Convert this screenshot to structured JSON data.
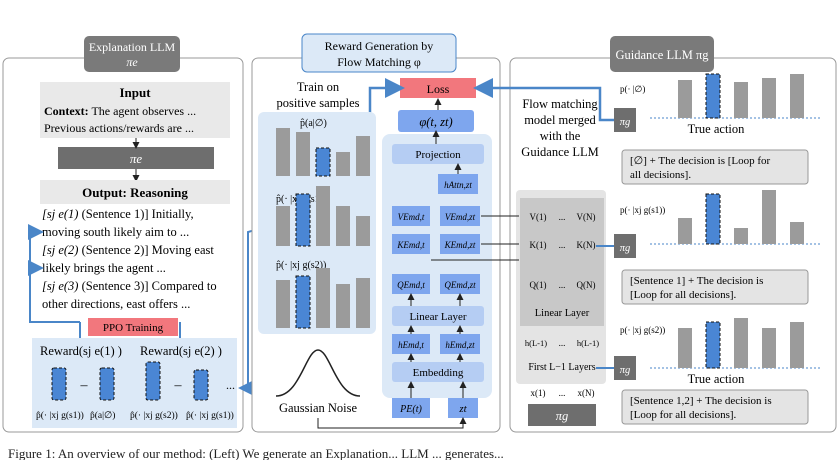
{
  "left": {
    "title_line1": "Explanation LLM",
    "title_line2": "πe",
    "input_heading": "Input",
    "context_label": "Context:",
    "context_text": "The agent observes ...",
    "context_line2": "Previous actions/rewards are ...",
    "policy_label": "πe",
    "output_heading": "Output: Reasoning",
    "sentences": [
      {
        "sym": "[sj e(1)",
        "rest": "(Sentence 1)] Initially,",
        "line2": "moving south likely aim to ..."
      },
      {
        "sym": "[sj e(2)",
        "rest": "(Sentence 2)] Moving east",
        "line2": "likely brings the agent ..."
      },
      {
        "sym": "[sj e(3)",
        "rest": "(Sentence 3)] Compared to",
        "line2": "other directions, east offers ..."
      }
    ],
    "ppo_label": "PPO Training",
    "reward1": "Reward(sj e(1) )",
    "reward2": "Reward(sj e(2) )",
    "minus": "–",
    "ellipsis": "...",
    "reward_footers": [
      "p̂(· |xj g(s1))",
      "p̂(a|∅)",
      "p̂(· |xj g(s2))",
      "p̂(· |xj g(s1))"
    ]
  },
  "middle": {
    "title_line1": "Reward Generation by",
    "title_line2": "Flow Matching φ",
    "loss_label": "Loss",
    "train_label_line1": "Train on",
    "train_label_line2": "positive samples",
    "hist_labels": [
      "p̂(a|∅)",
      "p̂(· |xj g(s1))",
      "p̂(· |xj g(s2))"
    ],
    "phi_label": "φ(t, zt)",
    "projection": "Projection",
    "h_attn": "hAttn,zt",
    "v_left": "VEmd,t",
    "v_right": "VEmd,zt",
    "k_left": "KEmd,t",
    "k_right": "KEmd,zt",
    "q_left": "QEmd,t",
    "q_right": "QEmd,zt",
    "linear_layer": "Linear Layer",
    "h_left": "hEmd,t",
    "h_right": "hEmd,zt",
    "embedding": "Embedding",
    "pe_label": "PE(t)",
    "z_label": "zt",
    "gaussian": "Gaussian Noise"
  },
  "right": {
    "title_line1": "Guidance LLM πg",
    "merged_line1": "Flow matching",
    "merged_line2": "model merged",
    "merged_line3": "with the",
    "merged_line4": "Guidance LLM",
    "pi_g": "πg",
    "v_row": [
      "V(1)",
      "...",
      "V(N)"
    ],
    "k_row": [
      "K(1)",
      "...",
      "K(N)"
    ],
    "q_row": [
      "Q(1)",
      "...",
      "Q(N)"
    ],
    "linear_layer": "Linear Layer",
    "h_row": [
      "h(L-1)",
      "...",
      "h(L-1)"
    ],
    "first_layers": "First L−1 Layers",
    "x_row": [
      "x(1)",
      "...",
      "x(N)"
    ],
    "bottom_label": "πg",
    "rows": [
      {
        "plabel": "p(· |∅)",
        "true_action": "True action",
        "caption_l1": "[∅] + The decision is [Loop for",
        "caption_l2": "all decisions]."
      },
      {
        "plabel": "p(· |xj g(s1))",
        "true_action": "",
        "caption_l1": "[Sentence 1] + The decision is",
        "caption_l2": "[Loop for all decisions]."
      },
      {
        "plabel": "p(· |xj g(s2))",
        "true_action": "True action",
        "caption_l1": "[Sentence 1,2] + The decision is",
        "caption_l2": "[Loop for all decisions]."
      }
    ]
  },
  "caption": "Figure 1: An overview of our method: (Left) We generate an Explanation... LLM ... generates...",
  "colors": {
    "gray_bar": "#9b9b9b",
    "blue_bar": "#4a86d4",
    "light_blue": "#dce9f7",
    "box_blue": "#7ea6ee",
    "dark_gray": "#7a7a7a",
    "loss_red": "#f2777d",
    "arrow_blue": "#4a86c8"
  }
}
